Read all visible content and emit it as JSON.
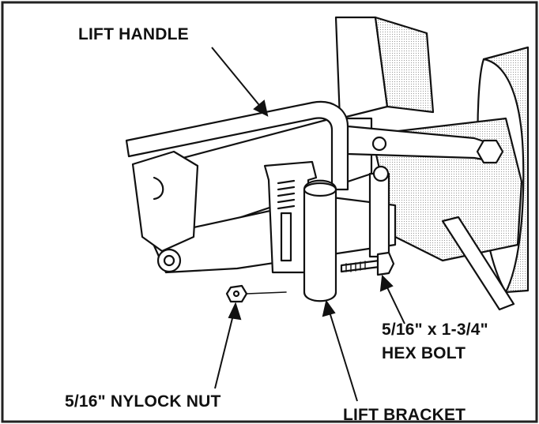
{
  "labels": {
    "lift_handle": "LIFT HANDLE",
    "hex_bolt_size": "5/16\" x 1-3/4\"",
    "hex_bolt_name": "HEX BOLT",
    "nylock_nut": "5/16\" NYLOCK NUT",
    "lift_bracket": "LIFT BRACKET"
  },
  "colors": {
    "ink": "#111111",
    "frame": "#222222",
    "paper": "#ffffff"
  }
}
